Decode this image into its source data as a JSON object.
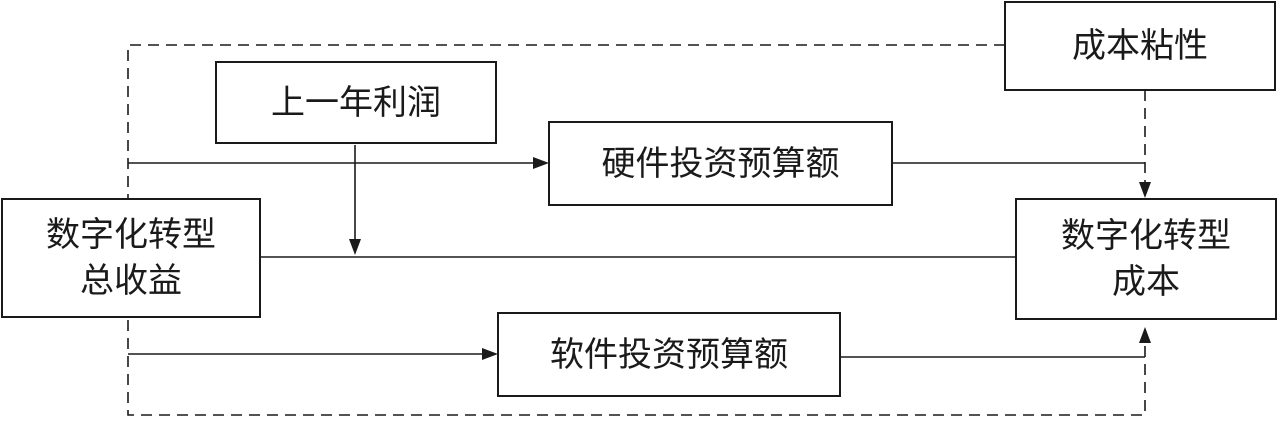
{
  "nodes": {
    "cost_stickiness": "成本粘性",
    "prior_year_profit": "上一年利润",
    "hardware_budget": "硬件投资预算额",
    "software_budget": "软件投资预算额",
    "total_revenue": "数字化转型\n总收益",
    "total_cost": "数字化转型\n成本"
  }
}
